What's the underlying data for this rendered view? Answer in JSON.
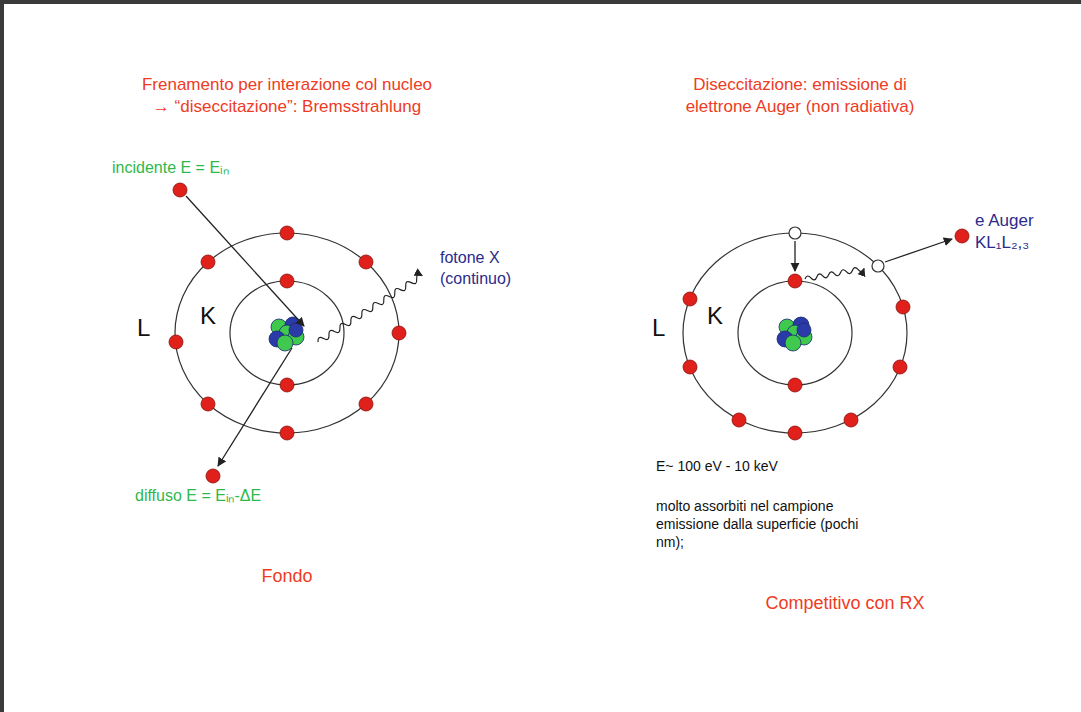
{
  "diagram": {
    "labels": [
      "Frenamento per interazione col nucleo → “diseccitazione”: Bremsstrahlung",
      "incidente E = Eᵢₙ",
      "L",
      "K",
      "fotone X (continuo)",
      "diffuso E = Eᵢₙ-ΔE",
      "Fondo",
      "Diseccitazione: emissione di elettrone Auger (non radiativa)",
      "e Auger KL₁L₂,₃",
      "L",
      "K",
      "E~ 100 eV - 10 keV",
      "molto assorbiti nel campione emissione dalla superficie (pochi nm);",
      "Competitivo con RX"
    ]
  }
}
